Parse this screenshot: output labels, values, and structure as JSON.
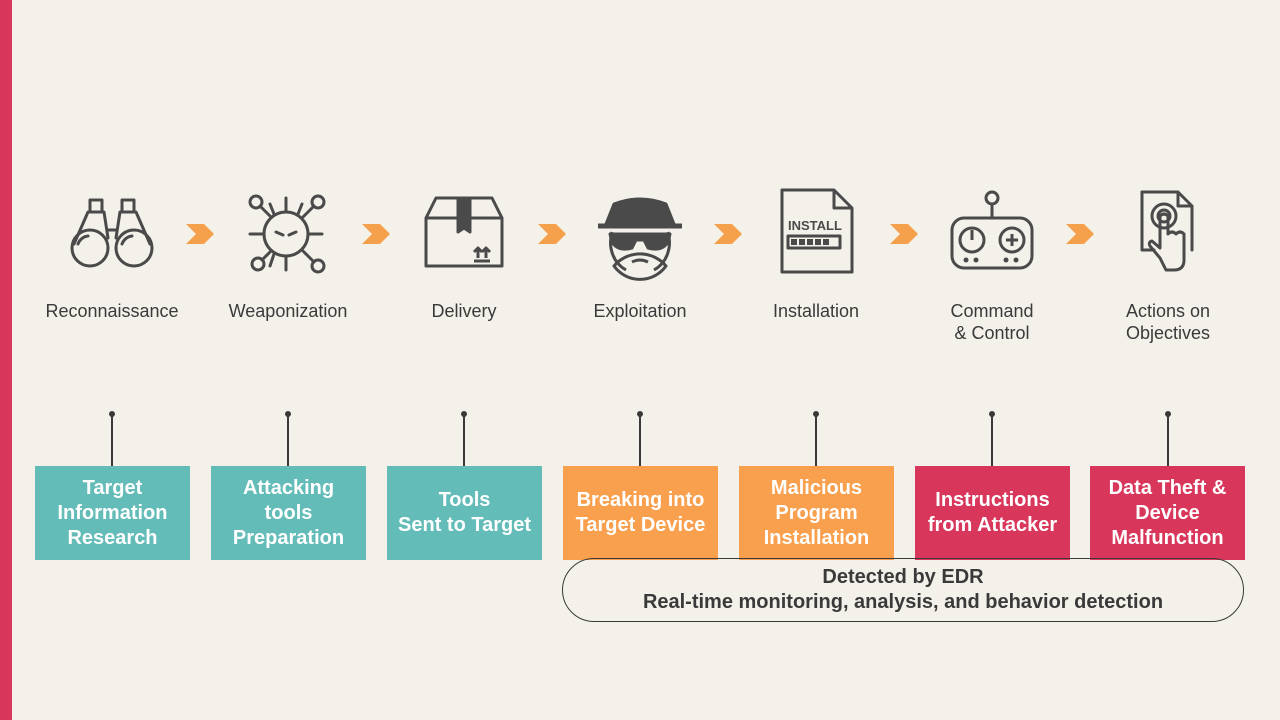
{
  "colors": {
    "accent_bar": "#d8365a",
    "chevron": "#f5a04a",
    "teal": "#63bcb8",
    "orange": "#f9a04e",
    "crimson": "#d8365a",
    "icon": "#4a4a4a"
  },
  "stages": [
    {
      "icon": "binoculars-icon",
      "label": "Reconnaissance",
      "desc": "Target\nInformation\nResearch",
      "color": "teal"
    },
    {
      "icon": "virus-icon",
      "label": "Weaponization",
      "desc": "Attacking\ntools\nPreparation",
      "color": "teal"
    },
    {
      "icon": "package-box-icon",
      "label": "Delivery",
      "desc": "Tools\nSent to Target",
      "color": "teal"
    },
    {
      "icon": "hacker-spy-icon",
      "label": "Exploitation",
      "desc": "Breaking into\nTarget Device",
      "color": "orange"
    },
    {
      "icon": "install-document-icon",
      "label": "Installation",
      "desc": "Malicious\nProgram\nInstallation",
      "color": "orange"
    },
    {
      "icon": "remote-controller-icon",
      "label": "Command\n& Control",
      "desc": "Instructions\nfrom Attacker",
      "color": "crimson"
    },
    {
      "icon": "touch-document-icon",
      "label": "Actions on\nObjectives",
      "desc": "Data Theft &\nDevice\nMalfunction",
      "color": "crimson"
    }
  ],
  "edr": {
    "line1": "Detected by EDR",
    "line2": "Real-time monitoring, analysis, and behavior detection"
  },
  "install_icon_text": "INSTALL"
}
